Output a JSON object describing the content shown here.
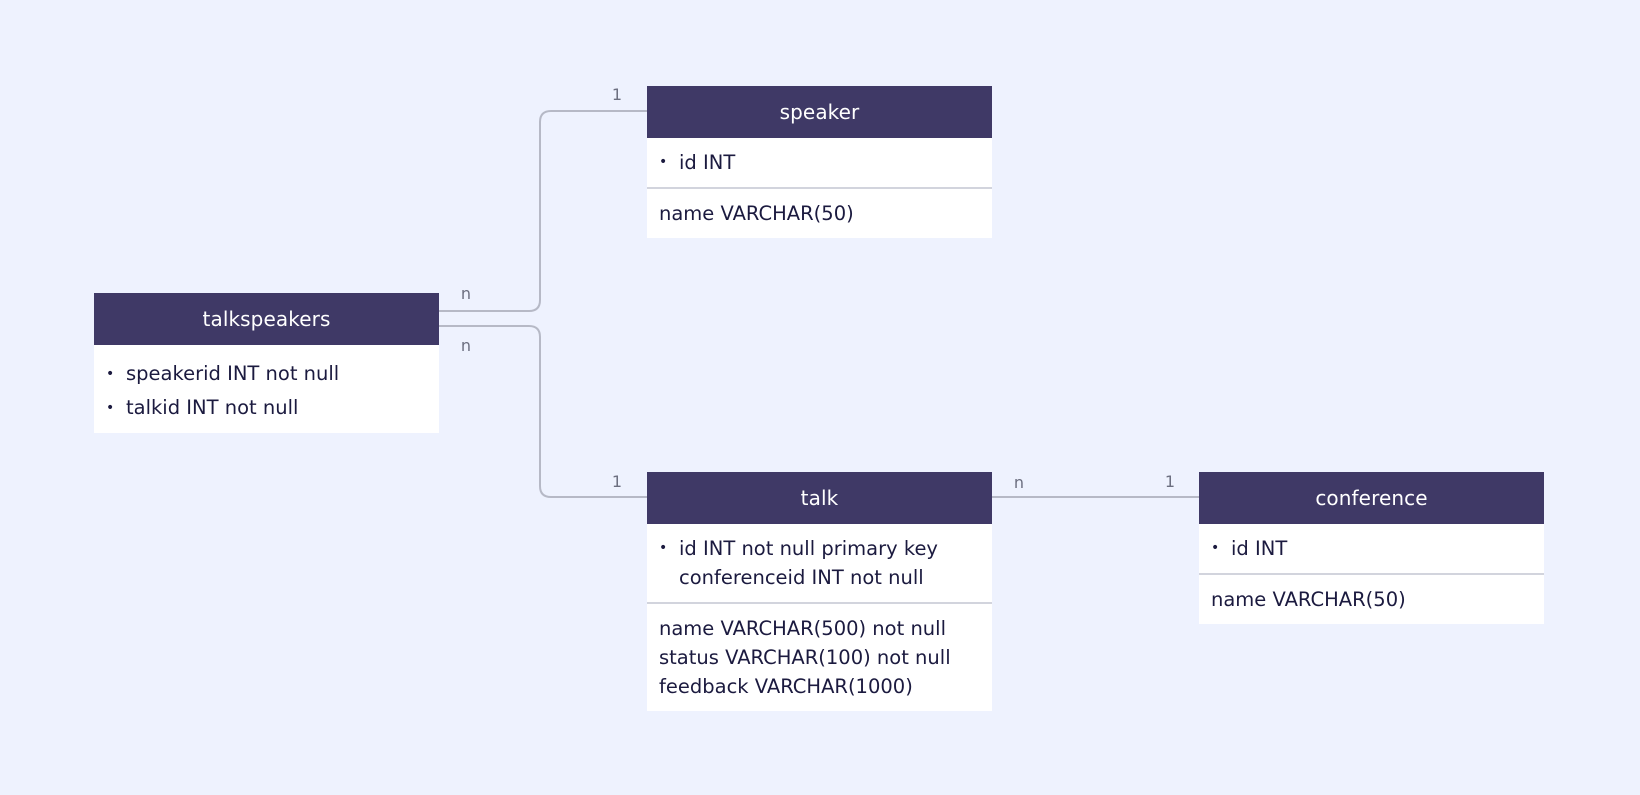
{
  "colors": {
    "background": "#EEF2FE",
    "header": "#3F3966",
    "header_text": "#FFFFFF",
    "body_text": "#1B1A3F",
    "connector": "#B6B9C6",
    "cardinality": "#6C6F80"
  },
  "entities": {
    "speaker": {
      "title": "speaker",
      "keys": [
        "id INT"
      ],
      "fields": [
        "name VARCHAR(50)"
      ]
    },
    "talkspeakers": {
      "title": "talkspeakers",
      "keys": [
        "speakerid INT not null",
        "talkid INT not null"
      ]
    },
    "talk": {
      "title": "talk",
      "keys": [
        "id INT not null primary key\nconferenceid INT not null"
      ],
      "fields": [
        "name VARCHAR(500) not null",
        "status VARCHAR(100) not null",
        "feedback VARCHAR(1000)"
      ]
    },
    "conference": {
      "title": "conference",
      "keys": [
        "id INT"
      ],
      "fields": [
        "name VARCHAR(50)"
      ]
    }
  },
  "relations": [
    {
      "from": "talkspeakers",
      "to": "speaker",
      "from_card": "n",
      "to_card": "1"
    },
    {
      "from": "talkspeakers",
      "to": "talk",
      "from_card": "n",
      "to_card": "1"
    },
    {
      "from": "talk",
      "to": "conference",
      "from_card": "n",
      "to_card": "1"
    }
  ]
}
